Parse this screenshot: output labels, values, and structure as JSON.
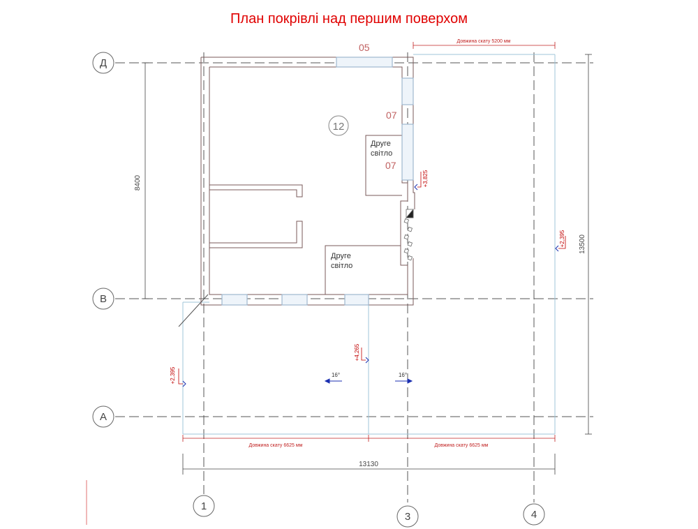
{
  "title": "План покрівлі над першим поверхом",
  "axes": {
    "rows": [
      "Д",
      "В",
      "А"
    ],
    "cols": [
      "1",
      "3",
      "4"
    ]
  },
  "dims": {
    "top_slope": "Довжина скату 5200 мм",
    "left_vertical": "8400",
    "right_vertical": "13500",
    "bottom_slope_left": "Довжина скату 6625 мм",
    "bottom_slope_right": "Довжина скату 6625 мм",
    "bottom_total": "13130"
  },
  "labels": {
    "window_05": "05",
    "window_07a": "07",
    "window_07b": "07",
    "room_number": "12",
    "second_light_1_line1": "Друге",
    "second_light_1_line2": "світло",
    "second_light_2_line1": "Друге",
    "second_light_2_line2": "світло"
  },
  "levels": {
    "level_3825": "+3,825",
    "level_2395_right": "+2,395",
    "level_4265": "+4,265",
    "level_2395_left": "+2,395"
  },
  "slopes": {
    "slope_left": "16°",
    "slope_right": "16°"
  },
  "colors": {
    "title": "#e00000",
    "wall": "#7a5a5a",
    "axis": "#555555",
    "dim": "#c02020",
    "glass": "#9fb7cf",
    "level": "#c00000",
    "arrow": "#1a2fb0"
  }
}
